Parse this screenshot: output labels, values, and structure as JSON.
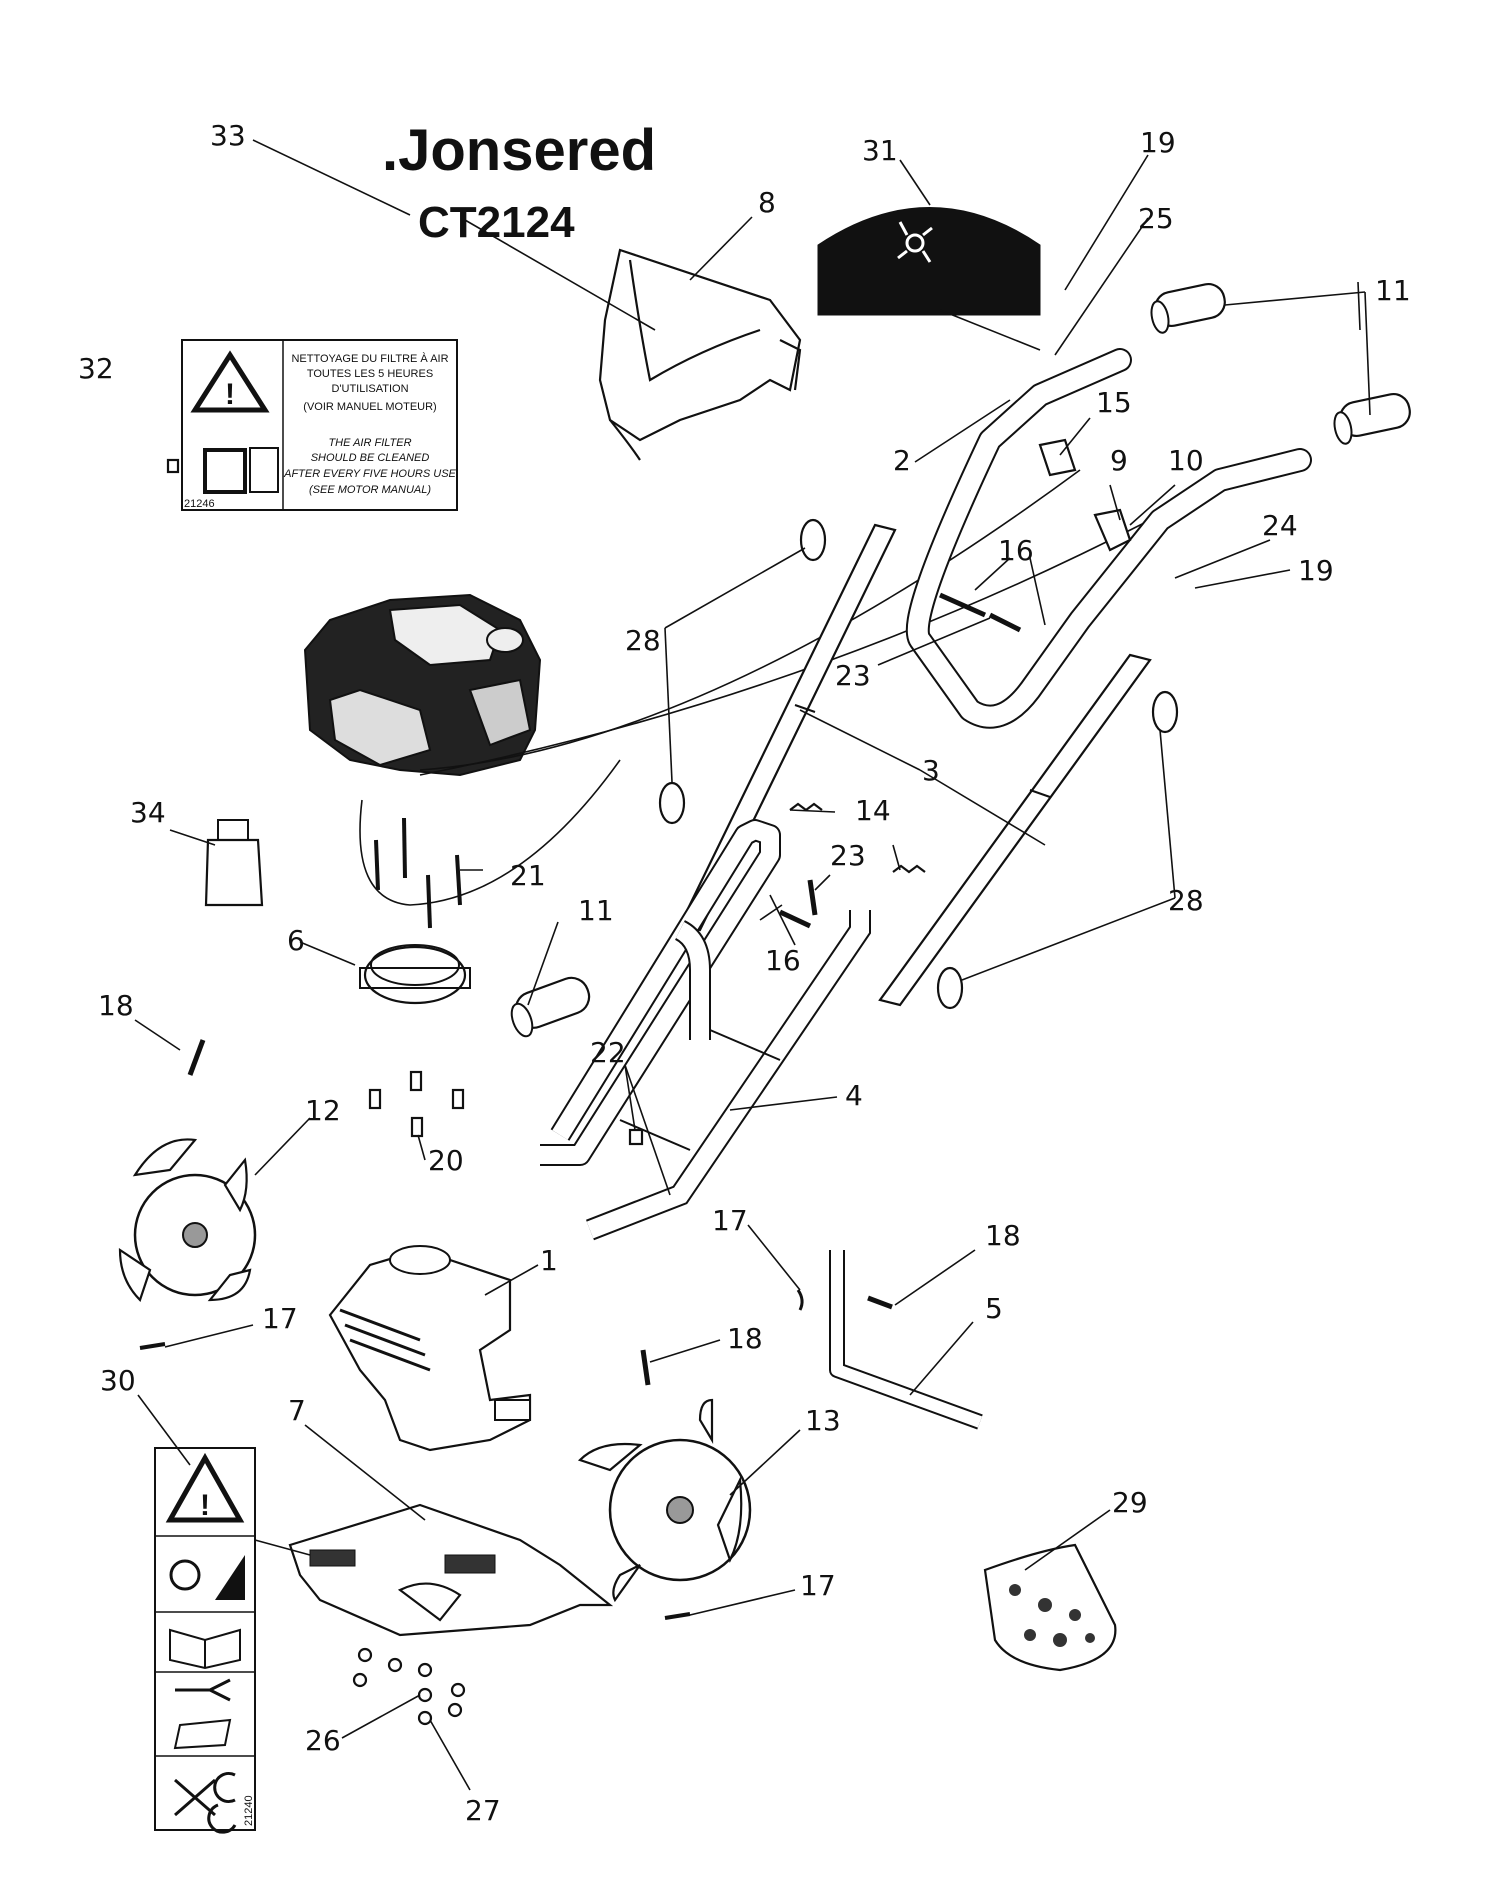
{
  "brand": {
    "logo": ".Jonsered",
    "model": "CT2124"
  },
  "decals": {
    "air_filter": {
      "fr_lines": [
        "NETTOYAGE DU FILTRE À AIR",
        "TOUTES LES 5 HEURES",
        "D'UTILISATION",
        "(VOIR MANUEL MOTEUR)"
      ],
      "en_lines": [
        "THE AIR FILTER",
        "SHOULD BE CLEANED",
        "AFTER EVERY FIVE HOURS USE",
        "(SEE MOTOR MANUAL)"
      ],
      "code": "21246"
    },
    "warning_strip_code": "21240"
  },
  "callouts": [
    {
      "id": "c1",
      "label": "1"
    },
    {
      "id": "c2",
      "label": "2"
    },
    {
      "id": "c3",
      "label": "3"
    },
    {
      "id": "c4",
      "label": "4"
    },
    {
      "id": "c5",
      "label": "5"
    },
    {
      "id": "c6",
      "label": "6"
    },
    {
      "id": "c7",
      "label": "7"
    },
    {
      "id": "c8",
      "label": "8"
    },
    {
      "id": "c9",
      "label": "9"
    },
    {
      "id": "c10",
      "label": "10"
    },
    {
      "id": "c11a",
      "label": "11"
    },
    {
      "id": "c11b",
      "label": "11"
    },
    {
      "id": "c12",
      "label": "12"
    },
    {
      "id": "c13",
      "label": "13"
    },
    {
      "id": "c14",
      "label": "14"
    },
    {
      "id": "c15",
      "label": "15"
    },
    {
      "id": "c16a",
      "label": "16"
    },
    {
      "id": "c16b",
      "label": "16"
    },
    {
      "id": "c17a",
      "label": "17"
    },
    {
      "id": "c17b",
      "label": "17"
    },
    {
      "id": "c17c",
      "label": "17"
    },
    {
      "id": "c18a",
      "label": "18"
    },
    {
      "id": "c18b",
      "label": "18"
    },
    {
      "id": "c18c",
      "label": "18"
    },
    {
      "id": "c19a",
      "label": "19"
    },
    {
      "id": "c19b",
      "label": "19"
    },
    {
      "id": "c20",
      "label": "20"
    },
    {
      "id": "c21",
      "label": "21"
    },
    {
      "id": "c22",
      "label": "22"
    },
    {
      "id": "c23a",
      "label": "23"
    },
    {
      "id": "c23b",
      "label": "23"
    },
    {
      "id": "c24",
      "label": "24"
    },
    {
      "id": "c25",
      "label": "25"
    },
    {
      "id": "c26",
      "label": "26"
    },
    {
      "id": "c27",
      "label": "27"
    },
    {
      "id": "c28a",
      "label": "28"
    },
    {
      "id": "c28b",
      "label": "28"
    },
    {
      "id": "c29",
      "label": "29"
    },
    {
      "id": "c30",
      "label": "30"
    },
    {
      "id": "c31",
      "label": "31"
    },
    {
      "id": "c32",
      "label": "32"
    },
    {
      "id": "c33",
      "label": "33"
    },
    {
      "id": "c34",
      "label": "34"
    }
  ]
}
